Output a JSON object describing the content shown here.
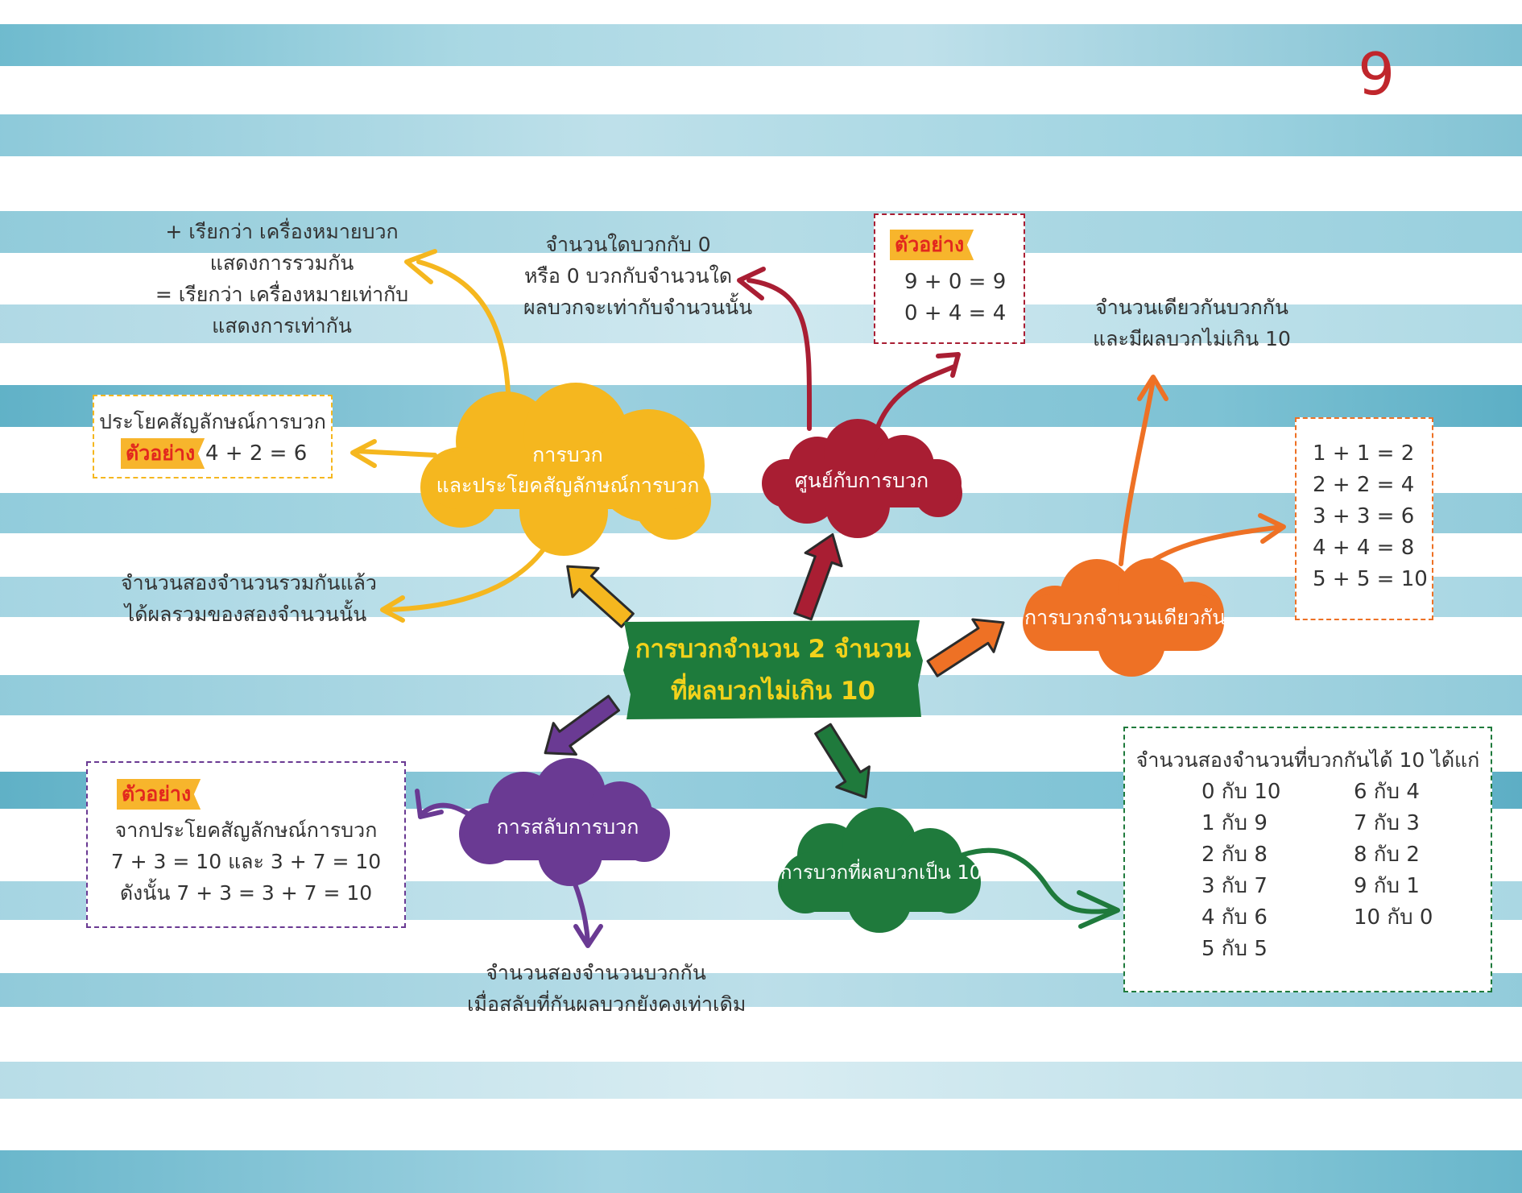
{
  "page_number": "9",
  "colors": {
    "stripe": "#7fc4d6",
    "yellow": "#f5b71f",
    "red": "#a91e33",
    "orange": "#ee7125",
    "purple": "#6a3a93",
    "green": "#1f7a3c",
    "tag_bg": "#f7b52c",
    "tag_text": "#e2281e",
    "center_text": "#f3d21b"
  },
  "center": {
    "line1": "การบวกจำนวน 2 จำนวน",
    "line2": "ที่ผลบวกไม่เกิน 10"
  },
  "nodes": {
    "addition": {
      "line1": "การบวก",
      "line2": "และประโยคสัญลักษณ์การบวก"
    },
    "zero": {
      "label": "ศูนย์กับการบวก"
    },
    "same": {
      "label": "การบวกจำนวนเดียวกัน"
    },
    "swap": {
      "label": "การสลับการบวก"
    },
    "ten": {
      "label": "การบวกที่ผลบวกเป็น 10"
    }
  },
  "notes": {
    "symbols": [
      "+  เรียกว่า เครื่องหมายบวก",
      "แสดงการรวมกัน",
      "= เรียกว่า เครื่องหมายเท่ากับ",
      "แสดงการเท่ากัน"
    ],
    "sum_meaning": [
      "จำนวนสองจำนวนรวมกันแล้ว",
      "ได้ผลรวมของสองจำนวนนั้น"
    ],
    "zero_rule": [
      "จำนวนใดบวกกับ 0",
      "หรือ 0 บวกกับจำนวนใด",
      "ผลบวกจะเท่ากับจำนวนนั้น"
    ],
    "same_rule": [
      "จำนวนเดียวกันบวกกัน",
      "และมีผลบวกไม่เกิน 10"
    ],
    "swap_rule": [
      "จำนวนสองจำนวนบวกกัน",
      "เมื่อสลับที่กันผลบวกยังคงเท่าเดิม"
    ]
  },
  "boxes": {
    "sentence": {
      "title": "ประโยคสัญลักษณ์การบวก",
      "tag": "ตัวอย่าง",
      "example": "4 + 2 = 6"
    },
    "zero_example": {
      "tag": "ตัวอย่าง",
      "lines": [
        "9 + 0 = 9",
        "0 + 4 = 4"
      ]
    },
    "doubles": {
      "lines": [
        "1 + 1 = 2",
        "2 + 2 = 4",
        "3 + 3 = 6",
        "4 + 4 = 8",
        "5 + 5 = 10"
      ]
    },
    "swap_example": {
      "tag": "ตัวอย่าง",
      "lines": [
        "จากประโยคสัญลักษณ์การบวก",
        "7 + 3 = 10 และ 3 + 7 = 10",
        "ดังนั้น 7 + 3 = 3 + 7 = 10"
      ]
    },
    "pairs": {
      "title": "จำนวนสองจำนวนที่บวกกันได้ 10 ได้แก่",
      "left": [
        "0 กับ 10",
        "1 กับ 9",
        "2 กับ 8",
        "3 กับ 7",
        "4 กับ 6",
        "5 กับ 5"
      ],
      "right": [
        "6 กับ 4",
        "7 กับ 3",
        "8 กับ 2",
        "9 กับ 1",
        "10 กับ 0"
      ]
    }
  }
}
